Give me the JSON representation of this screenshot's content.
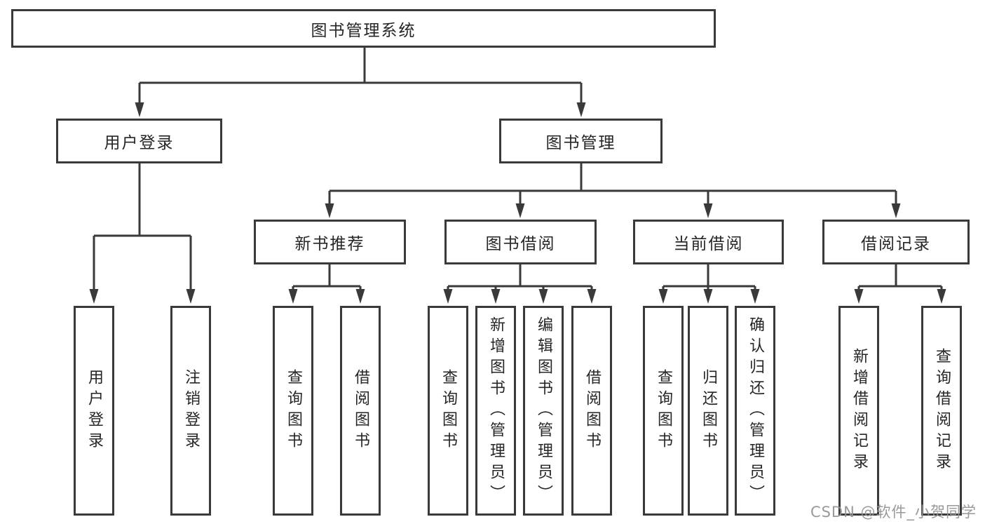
{
  "nodes": {
    "root": "图书管理系统",
    "user_login": "用户登录",
    "book_mgmt": "图书管理",
    "new_book_rec": "新书推荐",
    "book_borrow": "图书借阅",
    "current_borrow": "当前借阅",
    "borrow_record": "借阅记录",
    "leaf_login": "用户登录",
    "leaf_logout": "注销登录",
    "leaf_nb_query": "查询图书",
    "leaf_nb_borrow": "借阅图书",
    "leaf_bw_query": "查询图书",
    "leaf_bw_add": "新增图书（管理员）",
    "leaf_bw_edit": "编辑图书（管理员）",
    "leaf_bw_borrow": "借阅图书",
    "leaf_cur_query": "查询图书",
    "leaf_cur_return": "归还图书",
    "leaf_cur_confirm": "确认归还（管理员）",
    "leaf_rec_add": "新增借阅记录",
    "leaf_rec_query": "查询借阅记录"
  },
  "watermark": "CSDN @软件_小贺同学",
  "colors": {
    "line": "#3a3a3a",
    "text": "#262626",
    "watermark": "#949494",
    "background": "#ffffff"
  }
}
